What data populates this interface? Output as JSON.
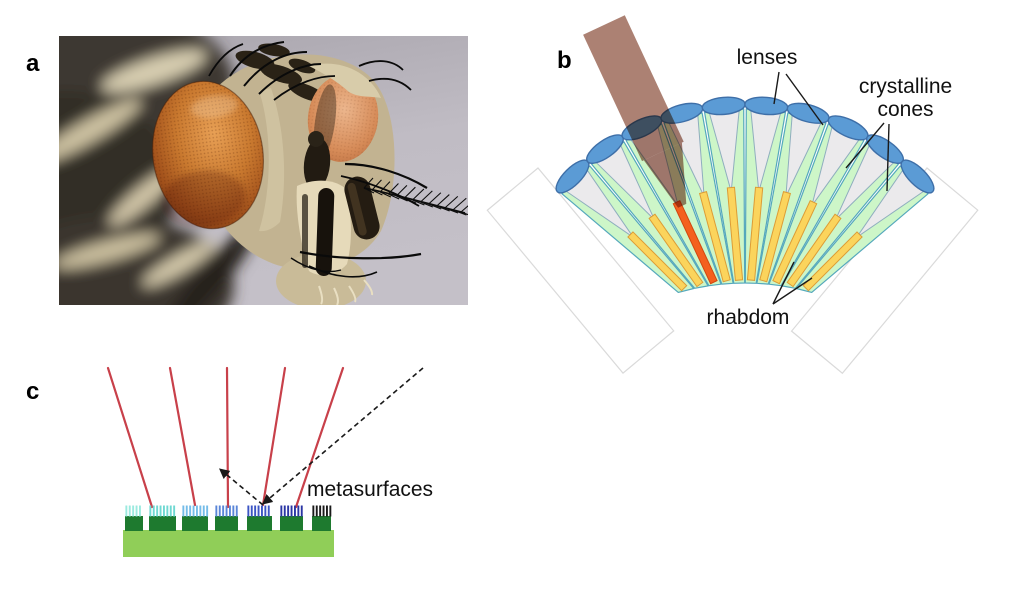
{
  "figure": {
    "background_color": "#FFFFFF",
    "panel_a": {
      "label": "a",
      "type": "photograph",
      "subject": "fly head with compound eyes (macro photo)",
      "colors": {
        "eye_mid": "#C9792F",
        "eye_edge": "#7A3A12",
        "backdrop": "#C4C0C8"
      }
    },
    "panel_b": {
      "label": "b",
      "ommatidia_count": 10,
      "highlighted_ommatidium": 3,
      "annotations": {
        "lenses": "lenses",
        "crystalline_cones": "crystalline cones",
        "rhabdom": "rhabdom"
      },
      "colors": {
        "lens": "#5B9BD5",
        "lens_stroke": "#3E6FA8",
        "cone": "#EBEAEC",
        "cone_stroke": "#8FAEBE",
        "cell": "#CDF6C8",
        "cell_stroke": "#55A8BC",
        "rhabdom": "#FBD45C",
        "rhabdom_stroke": "#DD9C35",
        "rhabdom_highlight": "#F4601E",
        "rhabdom_highlight_stroke": "#D2470E",
        "beam": "#AC8173",
        "outline_ghost": "#DADADA"
      }
    },
    "panel_c": {
      "label": "c",
      "metasurface_count": 7,
      "emitted_ray_count": 5,
      "annotations": {
        "metasurfaces": "metasurfaces"
      },
      "comb_colors": [
        "#9BEADF",
        "#6FD8D2",
        "#74BCE8",
        "#5A86D8",
        "#3C55C4",
        "#2A35A4",
        "#1A1A1A"
      ],
      "colors": {
        "substrate": "#90CE58",
        "block": "#1E7A2F",
        "ray": "#C8404A",
        "arrow": "#1A1A1A"
      }
    }
  }
}
